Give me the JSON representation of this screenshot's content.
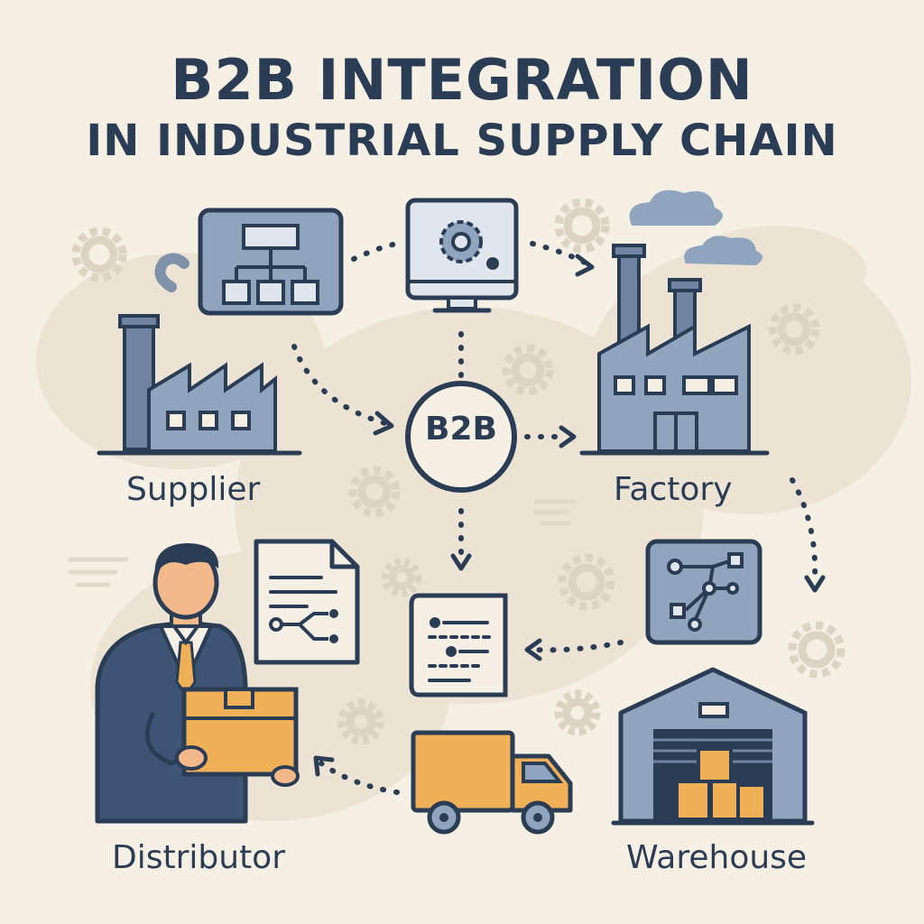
{
  "title": {
    "line1": "B2B INTEGRATION",
    "line2": "IN INDUSTRIAL SUPPLY CHAIN"
  },
  "hub": {
    "label": "B2B"
  },
  "nodes": {
    "supplier": "Supplier",
    "factory": "Factory",
    "distributor": "Distributor",
    "warehouse": "Warehouse"
  },
  "colors": {
    "background": "#f6efe4",
    "navy": "#2b3d55",
    "steel_blue": "#8fa4bd",
    "orange": "#f0b058",
    "skin": "#f4b98a",
    "smoke": "#7f92aa",
    "gear": "#ddd3c3"
  },
  "icons": [
    "gear-icon",
    "org-chart-icon",
    "monitor-gear-icon",
    "document-flow-icon",
    "network-icon",
    "data-list-icon",
    "truck-icon",
    "factory-icon",
    "warehouse-icon",
    "businessman-icon"
  ]
}
